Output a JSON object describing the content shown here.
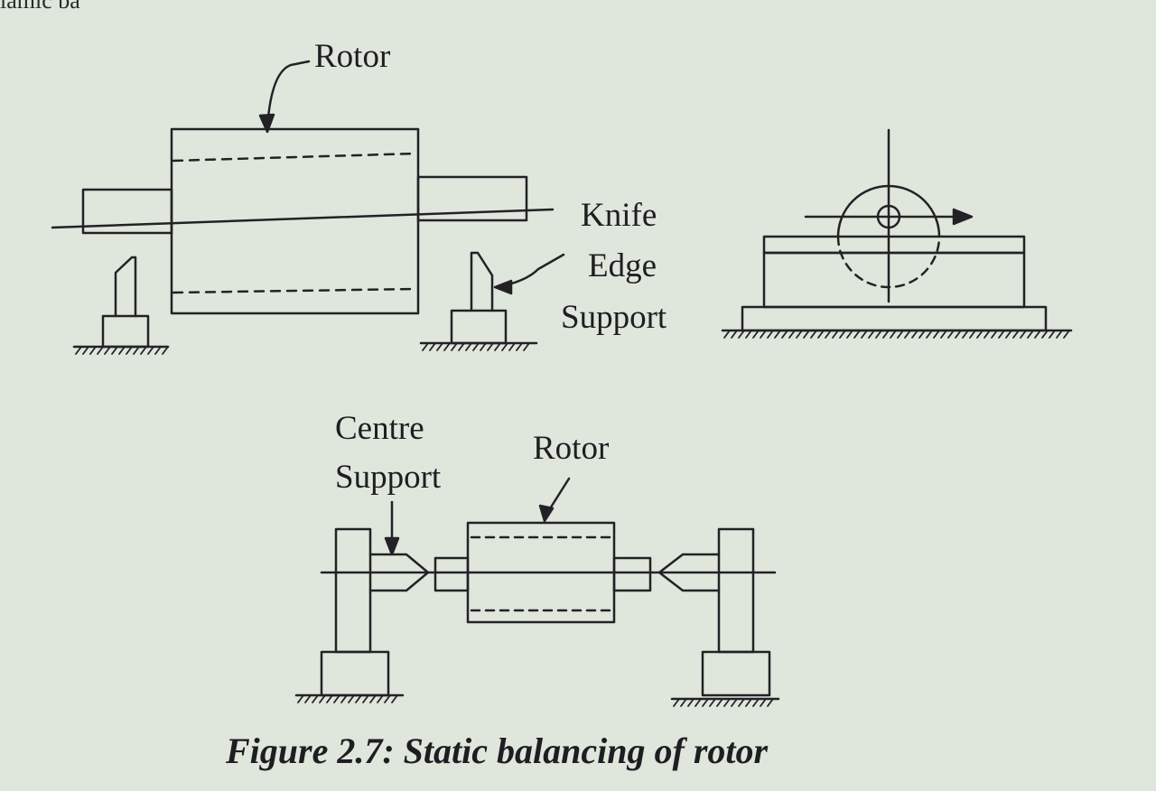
{
  "corner_text": "lamic ba",
  "labels": {
    "rotor_top": "Rotor",
    "knife": "Knife",
    "edge": "Edge",
    "support": "Support",
    "centre": "Centre",
    "centre_support": "Support",
    "rotor_bottom": "Rotor"
  },
  "caption": "Figure 2.7: Static balancing of rotor"
}
